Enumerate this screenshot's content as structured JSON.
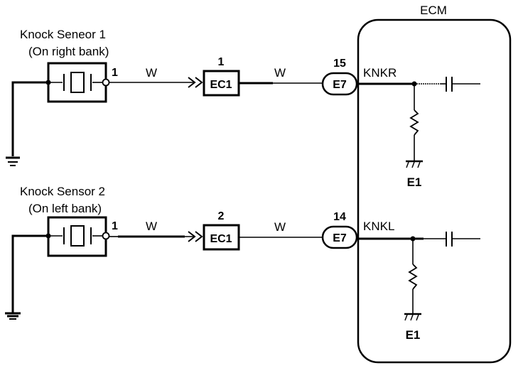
{
  "ecm": {
    "title": "ECM"
  },
  "sensors": [
    {
      "name": "Knock Seneor 1",
      "location": "(On right bank)",
      "pin": "1",
      "wire_color_1": "W",
      "junction_connector": "EC1",
      "junction_pin": "1",
      "wire_color_2": "W",
      "ecm_connector": "E7",
      "ecm_pin": "15",
      "ecm_terminal": "KNKR",
      "ecm_ground": "E1"
    },
    {
      "name": "Knock Sensor 2",
      "location": "(On left bank)",
      "pin": "1",
      "wire_color_1": "W",
      "junction_connector": "EC1",
      "junction_pin": "2",
      "wire_color_2": "W",
      "ecm_connector": "E7",
      "ecm_pin": "14",
      "ecm_terminal": "KNKL",
      "ecm_ground": "E1"
    }
  ]
}
